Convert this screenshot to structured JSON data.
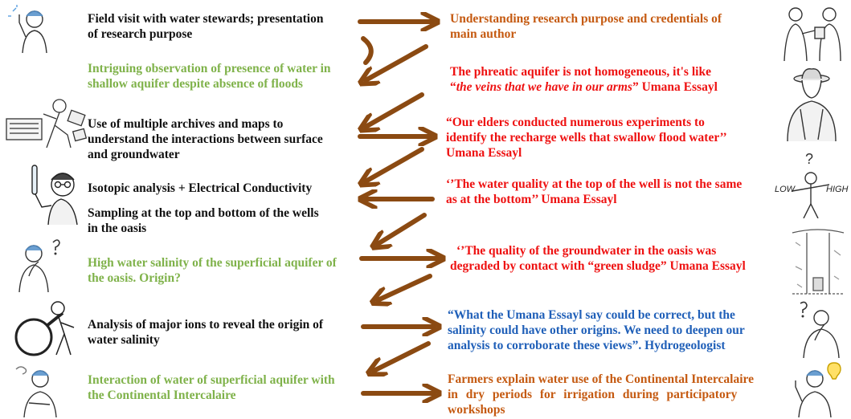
{
  "colors": {
    "black": "#111111",
    "green": "#7fb24a",
    "orange": "#c55a11",
    "red": "#ee1111",
    "blue": "#1f5fb8",
    "arrow": "#8b4a12"
  },
  "left": [
    {
      "id": "field-visit",
      "color": "black",
      "lines": [
        "Field visit with water stewards; presentation",
        "of research purpose"
      ]
    },
    {
      "id": "shallow-aquifer-observation",
      "color": "green",
      "lines": [
        "Intriguing observation of presence of water in",
        "shallow aquifer despite absence of floods"
      ]
    },
    {
      "id": "archives-maps",
      "color": "black",
      "lines": [
        "Use of multiple archives and maps to",
        "understand the interactions between surface",
        "and groundwater"
      ]
    },
    {
      "id": "isotopic-analysis",
      "color": "black",
      "lines": [
        "Isotopic analysis + Electrical Conductivity"
      ]
    },
    {
      "id": "sampling",
      "color": "black",
      "lines": [
        "Sampling at the top and bottom of the wells",
        "in the oasis"
      ]
    },
    {
      "id": "salinity",
      "color": "green",
      "lines": [
        "High water salinity of the superficial aquifer of",
        "the oasis. Origin?"
      ]
    },
    {
      "id": "major-ions",
      "color": "black",
      "lines": [
        "Analysis of major ions to reveal the origin of",
        "water salinity"
      ]
    },
    {
      "id": "interaction",
      "color": "green",
      "lines": [
        "Interaction of water of superficial aquifer with",
        "the Continental Intercalaire"
      ]
    }
  ],
  "right": [
    {
      "id": "research-purpose",
      "color": "orange",
      "lines": [
        "Understanding research purpose and credentials of",
        "main author"
      ]
    },
    {
      "id": "phreatic-aquifer",
      "color": "red",
      "line1": "The phreatic aquifer is not homogeneous, it's like",
      "line2_open": "“",
      "line2_italic": "the veins that we have in our arms",
      "line2_close": "” Umana Essayl"
    },
    {
      "id": "elders",
      "color": "red",
      "lines": [
        "“Our elders conducted numerous experiments to",
        "identify the recharge wells that swallow flood water’’",
        "Umana Essayl"
      ]
    },
    {
      "id": "water-quality",
      "color": "red",
      "lines": [
        "‘’The water quality at the top of the well is not the same",
        "as at the bottom’’ Umana Essayl"
      ]
    },
    {
      "id": "green-sludge",
      "color": "red",
      "lines": [
        "‘’The quality of the groundwater in the oasis was",
        "degraded by contact with “green sludge” Umana Essayl"
      ]
    },
    {
      "id": "hydrogeologist",
      "color": "blue",
      "lines": [
        "“What the Umana Essayl say could be correct, but the",
        "salinity could have other origins. We need to deepen our",
        "analysis to corroborate these views”. Hydrogeologist"
      ]
    },
    {
      "id": "farmers",
      "color": "orange",
      "lines": [
        "Farmers explain water use of the Continental Intercalaire",
        "in dry periods for irrigation during participatory",
        "workshops"
      ]
    }
  ],
  "figure_labels": {
    "question_mark": "?",
    "low": "LOW",
    "high": "HIGH"
  }
}
